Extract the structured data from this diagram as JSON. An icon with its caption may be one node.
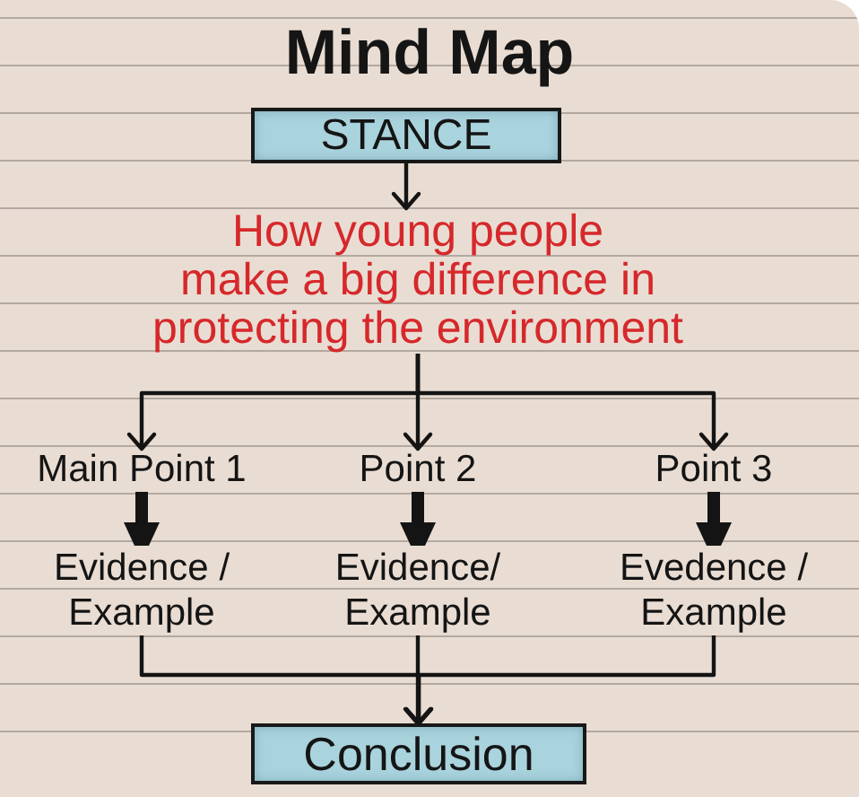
{
  "diagram": {
    "title": "Mind Map",
    "nodes": [
      {
        "text": [
          "STANCE"
        ]
      },
      {
        "text": [
          "How young people make a big difference in protecting the environment"
        ]
      },
      {
        "text": [
          "Main Point 1"
        ]
      },
      {
        "text": [
          "Point 2"
        ]
      },
      {
        "text": [
          "Point 3"
        ]
      },
      {
        "text": [
          "Evidence / Example"
        ]
      },
      {
        "text": [
          "Evidence/ Example"
        ]
      },
      {
        "text": [
          "Evedence / Example"
        ]
      },
      {
        "text": [
          "Conclusion"
        ]
      }
    ],
    "edges": [
      {
        "from": 0,
        "to": 1,
        "arrow": "to"
      },
      {
        "from": 1,
        "to": 2,
        "arrow": "to"
      },
      {
        "from": 1,
        "to": 3,
        "arrow": "to"
      },
      {
        "from": 1,
        "to": 4,
        "arrow": "to"
      },
      {
        "from": 2,
        "to": 5,
        "arrow": "to",
        "style": "thick"
      },
      {
        "from": 3,
        "to": 6,
        "arrow": "to",
        "style": "thick"
      },
      {
        "from": 4,
        "to": 7,
        "arrow": "to",
        "style": "thick"
      },
      {
        "from": 5,
        "to": 8,
        "arrow": "to"
      },
      {
        "from": 6,
        "to": 8,
        "arrow": "to"
      },
      {
        "from": 7,
        "to": 8,
        "arrow": "to"
      }
    ]
  }
}
